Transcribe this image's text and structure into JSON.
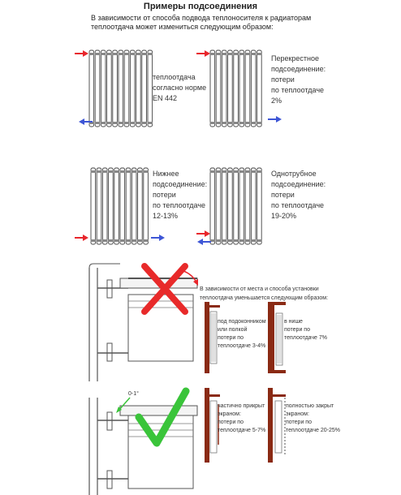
{
  "title": "Примеры подсоединения",
  "intro": "В зависимости от способа подвода теплоносителя к радиаторам теплоотдача может измениться следующим образом:",
  "connections": [
    {
      "text": "теплоотдача\nсогласно норме\nEN 442"
    },
    {
      "text": "Перекрестное\nподсоединение:\nпотери\nпо теплоотдаче\n2%"
    },
    {
      "text": "Нижнее\nподсоединение:\nпотери\nпо теплоотдаче\n12-13%"
    },
    {
      "text": "Однотрубное\nподсоединение:\nпотери\nпо теплоотдаче\n19-20%"
    }
  ],
  "placement_intro": "В зависимости от места и способа установки теплоотдача уменьшается следующим образом:",
  "placements": [
    {
      "text": "под подоконником\nили полкой\nпотери по\nтеплоотдаче 3-4%"
    },
    {
      "text": "в нише\nпотери по\nтеплоотдаче 7%"
    },
    {
      "text": "частично прикрыт\nэкраном:\nпотери по\nтеплоотдаче 5-7%"
    },
    {
      "text": "полностью закрыт\nэкраном:\nпотери по\nтеплоотдаче 20-25%"
    }
  ],
  "angle_label": "0-1°",
  "colors": {
    "supply": "#e8262c",
    "return": "#3e56d6",
    "wrong": "#e82a2a",
    "right": "#3ac43a",
    "wall": "#8a2a14"
  }
}
